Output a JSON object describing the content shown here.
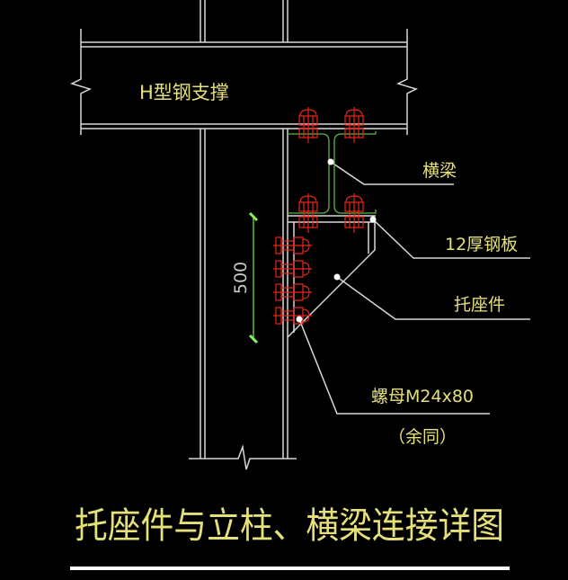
{
  "drawing": {
    "title": "托座件与立柱、横梁连接详图",
    "beam_label": "H型钢支撑",
    "labels": {
      "cross_beam": "横梁",
      "plate": "12厚钢板",
      "bracket": "托座件",
      "nut": "螺母M24x80",
      "nut_note": "（余同）"
    },
    "dimension": "500"
  },
  "colors": {
    "background": "#000000",
    "lines": "#d8d8d8",
    "text": "#e6e07a",
    "bolt": "#e8261a",
    "beam_section": "#5fb347",
    "dimension": "#6fe040"
  }
}
